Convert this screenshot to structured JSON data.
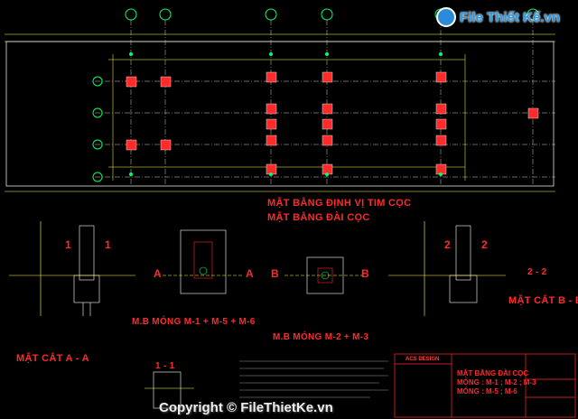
{
  "watermark": {
    "logo_text": "File Thiết Kế.vn",
    "copyright": "Copyright © FileThietKe.vn"
  },
  "drawing": {
    "plan_title_1": "MẶT BẰNG ĐỊNH VỊ TIM CỌC",
    "plan_title_2": "MẶT BẰNG ĐÀI CỌC",
    "mb_mong_1": "M.B MÓNG M-1 + M-5 + M-6",
    "mb_mong_2": "M.B MÓNG M-2 + M-3",
    "mat_cat_aa": "MẶT CẮT A - A",
    "mat_cat_bb": "MẶT CẮT B - B",
    "section_11": "1 - 1",
    "section_22": "2 - 2",
    "label_1a": "1",
    "label_1b": "1",
    "label_2a": "2",
    "label_2b": "2",
    "label_A1": "A",
    "label_A2": "A",
    "label_B1": "B",
    "label_B2": "B"
  },
  "title_block": {
    "company": "ACS DESIGN",
    "sheet_title_1": "MẶT BẰNG ĐÀI CỌC",
    "sheet_title_2": "MÓNG : M-1 ; M-2 ; M-3",
    "sheet_title_3": "MÓNG : M-5 ; M-6"
  },
  "colors": {
    "background": "#000000",
    "grid": "#ffffff",
    "red_text": "#ff2a2a",
    "footing": "#ff2a2a",
    "pile": "#00ff66",
    "axis_bubble": "#00ff66",
    "dim": "#ffff44"
  }
}
